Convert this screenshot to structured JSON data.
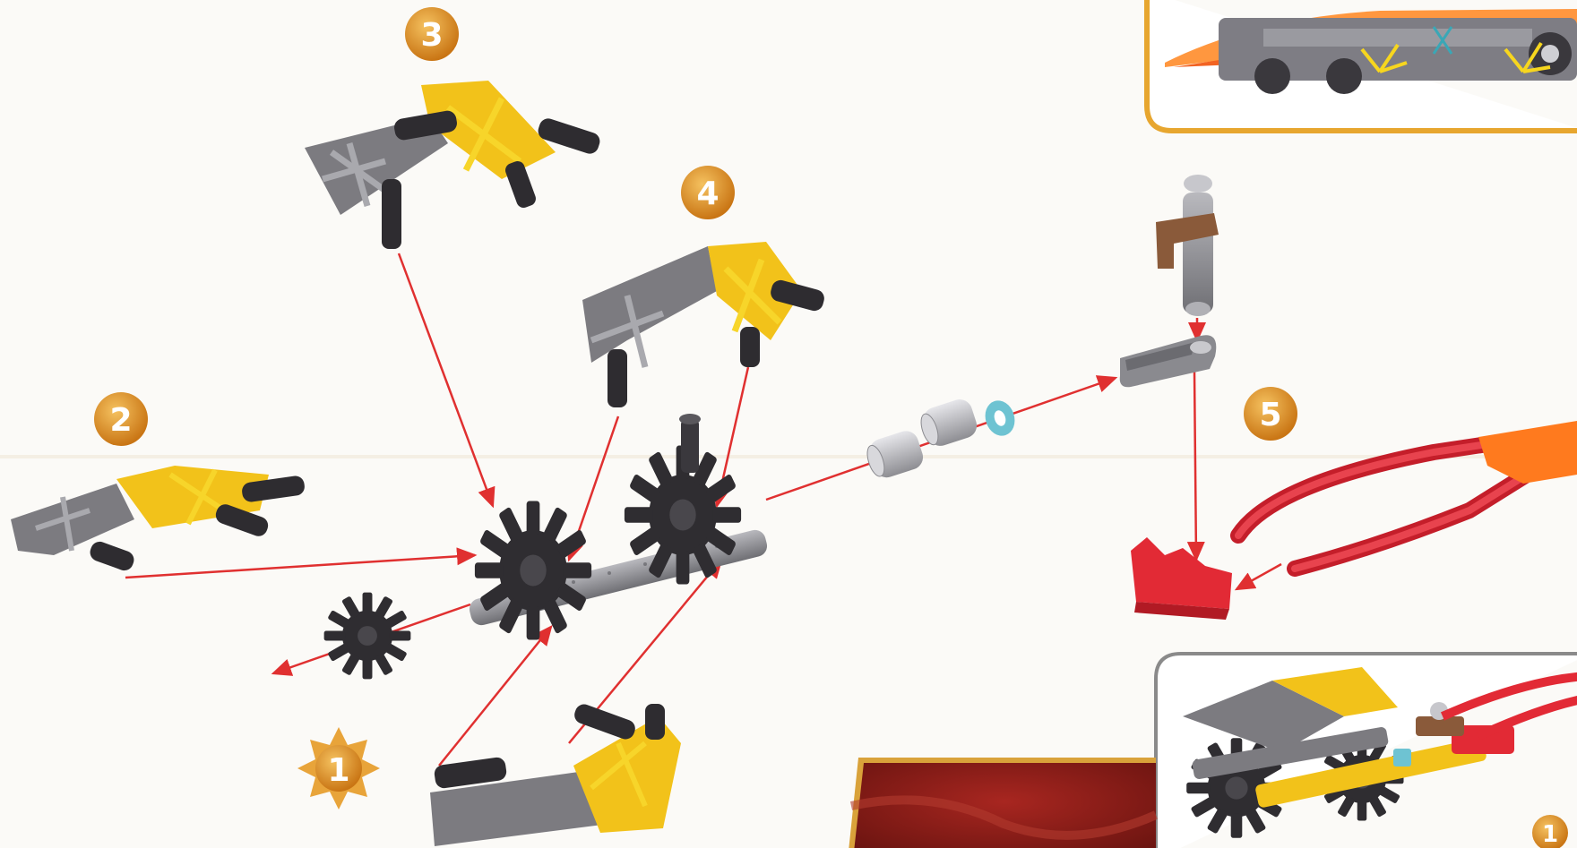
{
  "steps": [
    {
      "label": "1",
      "style": "sunburst"
    },
    {
      "label": "2",
      "style": "circle"
    },
    {
      "label": "3",
      "style": "circle"
    },
    {
      "label": "4",
      "style": "circle"
    },
    {
      "label": "5",
      "style": "circle"
    }
  ],
  "inset_bottom_label": "1",
  "colors": {
    "badge_orange": "#e49a2a",
    "arrow_red": "#e03030",
    "inset_top_border": "#e7a62f",
    "inset_bottom_border": "#8a8a8a",
    "part_yellow": "#f2c21a",
    "part_gray": "#7c7b80",
    "part_black": "#2e2c30",
    "part_red": "#e22a35",
    "part_orange": "#ff7a1e",
    "spacer_blue": "#6ec3d2",
    "panel_red": "#8e1b16"
  },
  "icons": [
    "step-badge-icon",
    "sunburst-badge-icon",
    "assembly-arrow-icon"
  ]
}
